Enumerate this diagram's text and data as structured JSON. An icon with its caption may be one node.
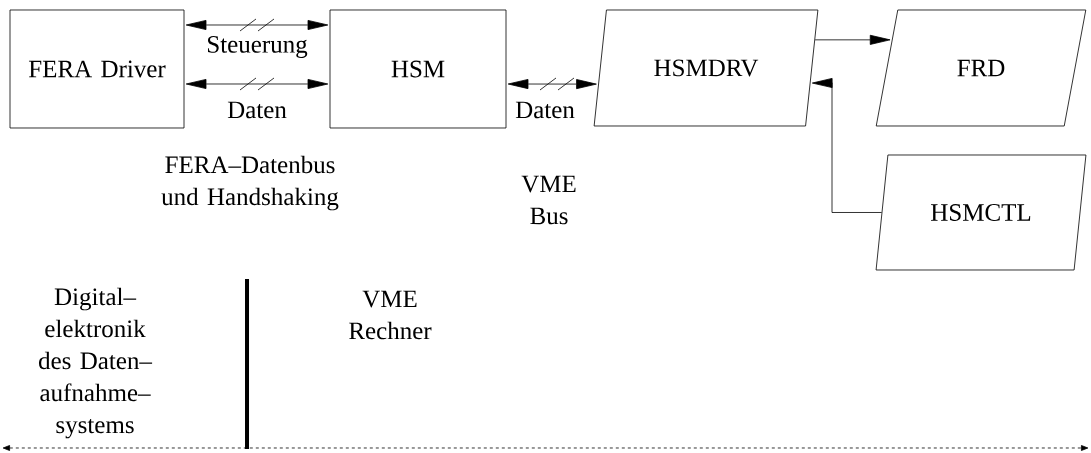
{
  "diagram": {
    "nodes": [
      {
        "text": [
          "FERA Driver"
        ]
      },
      {
        "text": [
          "HSM"
        ]
      },
      {
        "text": [
          "HSMDRV"
        ]
      },
      {
        "text": [
          "FRD"
        ]
      },
      {
        "text": [
          "HSMCTL"
        ]
      }
    ],
    "edges": [
      {
        "from": 0,
        "to": 1,
        "arrow": "both",
        "label": "Steuerung"
      },
      {
        "from": 0,
        "to": 1,
        "arrow": "both",
        "label": "Daten"
      },
      {
        "from": 1,
        "to": 2,
        "arrow": "both",
        "label": "Daten"
      },
      {
        "from": 2,
        "to": 3,
        "arrow": "to"
      },
      {
        "from": 4,
        "to": 2,
        "arrow": "to"
      }
    ],
    "labels": [
      "FERA–Datenbus und Handshaking",
      "VME Bus",
      "Digital– elektronik des Daten– aufnahme– systems",
      "VME Rechner"
    ]
  }
}
